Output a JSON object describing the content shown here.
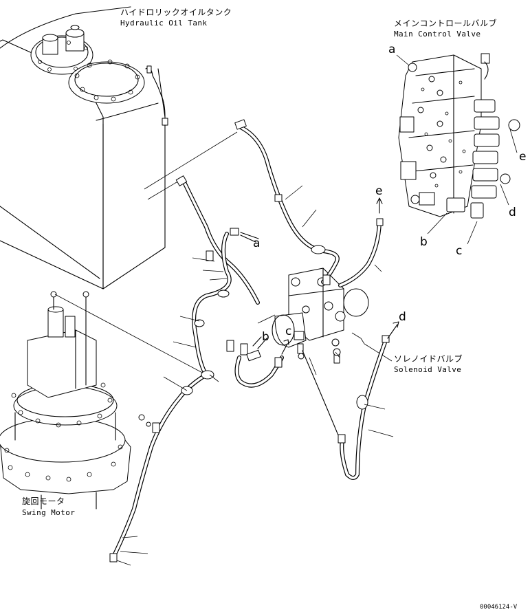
{
  "components": {
    "tank": {
      "label_jp": "ハイドロリックオイルタンク",
      "label_en": "Hydraulic Oil Tank"
    },
    "main_valve": {
      "label_jp": "メインコントロールバルブ",
      "label_en": "Main Control Valve"
    },
    "solenoid": {
      "label_jp": "ソレノイドバルブ",
      "label_en": "Solenoid Valve"
    },
    "swing_motor": {
      "label_jp": "旋回モータ",
      "label_en": "Swing Motor"
    }
  },
  "connection_markers": {
    "a_valve": "a",
    "a_hose": "a",
    "b_valve": "b",
    "b_solenoid": "b",
    "c_valve": "c",
    "c_solenoid": "c",
    "d_valve": "d",
    "d_arrow": "d",
    "e_valve": "e",
    "e_arrow": "e"
  },
  "drawing_code": "00046124-V"
}
